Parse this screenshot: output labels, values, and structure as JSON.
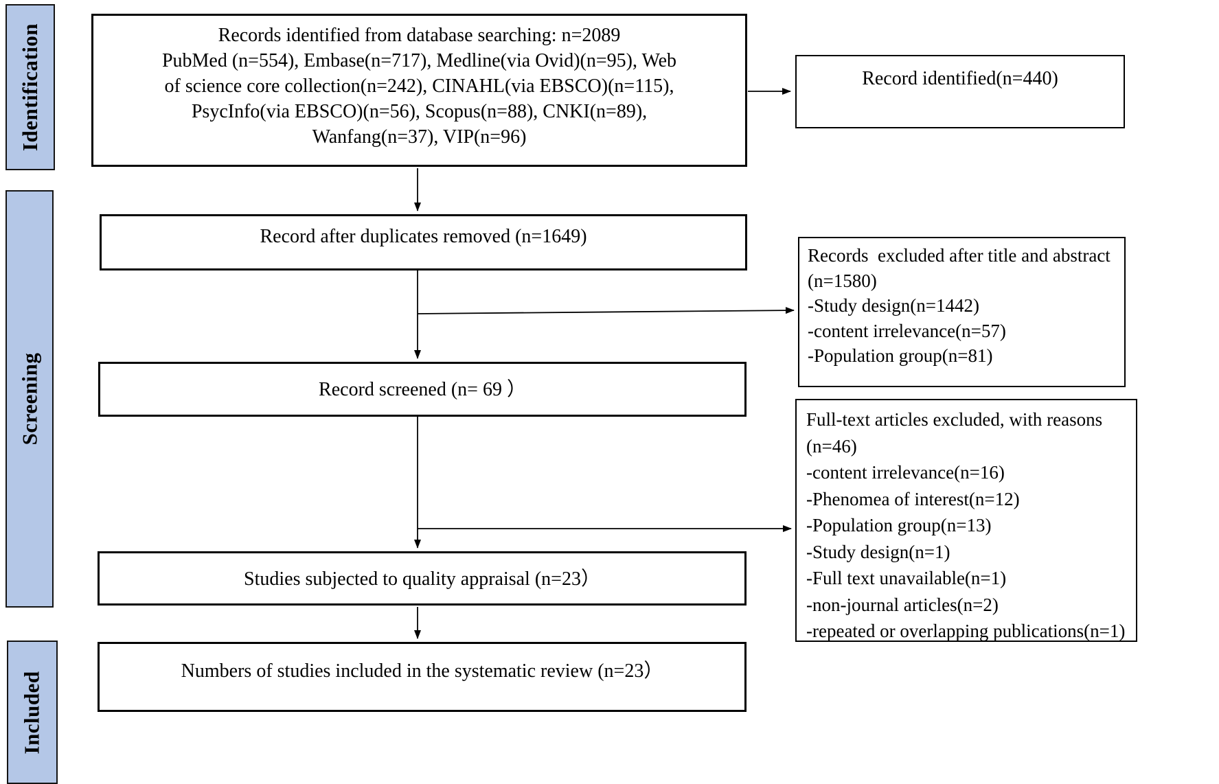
{
  "diagram": {
    "type": "prisma-flow",
    "colors": {
      "stage_fill": "#b4c7e7",
      "box_border": "#000000",
      "background": "#ffffff",
      "text": "#000000"
    },
    "stages": [
      {
        "id": "identification",
        "label": "Identification"
      },
      {
        "id": "screening",
        "label": "Screening"
      },
      {
        "id": "included",
        "label": "Included"
      }
    ],
    "boxes": {
      "identified": {
        "lines": [
          "Records identified from database searching: n=2089",
          "PubMed (n=554), Embase(n=717), Medline(via Ovid)(n=95), Web",
          "of science core collection(n=242), CINAHL(via EBSCO)(n=115),",
          "PsycInfo(via EBSCO)(n=56), Scopus(n=88), CNKI(n=89),",
          "Wanfang(n=37), VIP(n=96)"
        ]
      },
      "record_identified": {
        "text": "Record identified(n=440)"
      },
      "duplicates_removed": {
        "text": "Record after duplicates removed (n=1649)"
      },
      "title_abstract_excluded": {
        "lines": [
          "Records  excluded after title and abstract",
          "(n=1580)",
          "-Study design(n=1442)",
          "-content irrelevance(n=57)",
          "-Population group(n=81)"
        ]
      },
      "screened": {
        "text": "Record screened (n= 69 ）"
      },
      "fulltext_excluded": {
        "lines": [
          "Full-text articles excluded, with reasons",
          "(n=46)",
          "-content irrelevance(n=16)",
          "-Phenomea of interest(n=12)",
          "-Population group(n=13)",
          "-Study design(n=1)",
          "-Full text unavailable(n=1)",
          "-non-journal articles(n=2)",
          "-repeated or overlapping publications(n=1)"
        ]
      },
      "quality_appraisal": {
        "text": "Studies subjected to quality appraisal (n=23）"
      },
      "included_review": {
        "text": "Numbers of studies included in the systematic review (n=23）"
      }
    }
  }
}
